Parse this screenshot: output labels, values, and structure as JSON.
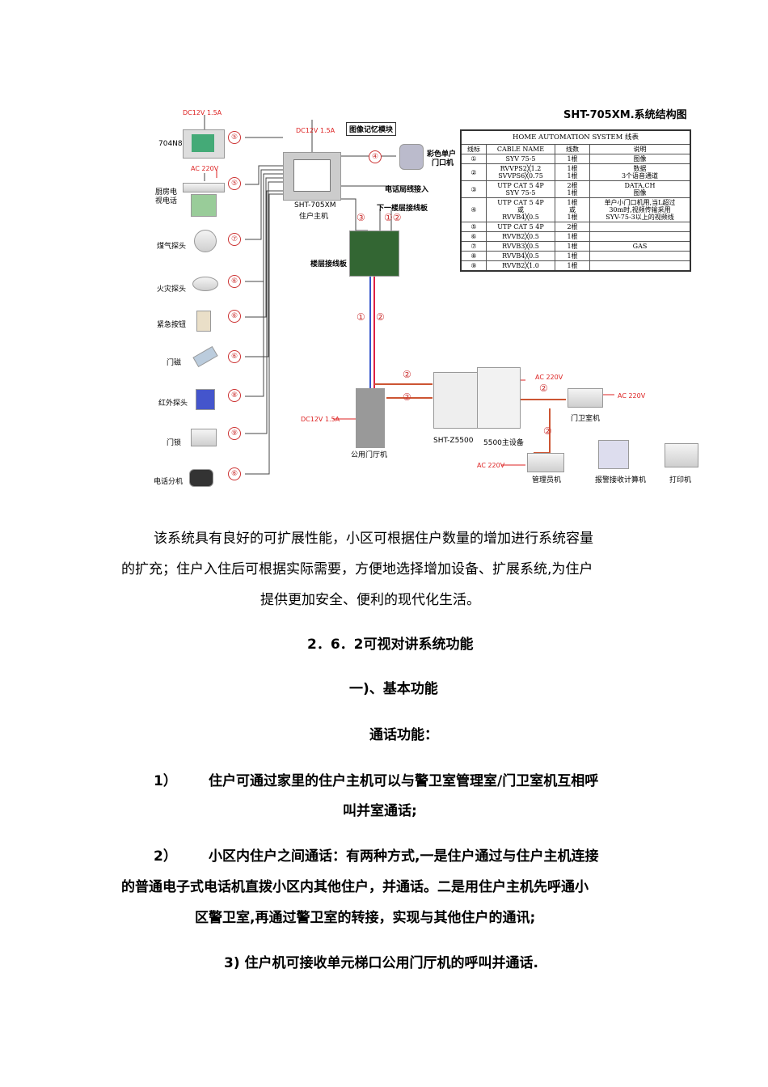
{
  "diagram": {
    "title": "SHT-705XM.系统结构图",
    "module_label": "图像记忆模块",
    "devices": {
      "d704": "704N8",
      "kitchen_tv_1": "厨房电",
      "kitchen_tv_2": "视电话",
      "gas": "煤气探头",
      "fire": "火灾探头",
      "sos": "紧急按钮",
      "door_mag": "门磁",
      "ir": "红外探头",
      "lock": "门锁",
      "phone_ext": "电话分机",
      "main_1": "SHT-705XM",
      "main_2": "住户主机",
      "color_door_1": "彩色单户",
      "color_door_2": "门口机",
      "phone_in": "电话局线接入",
      "lower_board": "下一楼层接线板",
      "floor_board": "楼层接线板",
      "lobby": "公用门厅机",
      "z5500": "SHT-Z5500",
      "main5500": "5500主设备",
      "guard": "门卫室机",
      "manager": "管理员机",
      "alarm_pc": "报警接收计算机",
      "printer": "打印机"
    },
    "power": {
      "dc_top": "DC12V 1.5A",
      "dc_main": "DC12V 1.5A",
      "ac_kitchen": "AC 220V",
      "dc_lobby": "DC12V 1.5A",
      "ac_5500": "AC 220V",
      "ac_guard": "AC 220V",
      "ac_manager": "AC 220V"
    },
    "markers": {
      "m5a": "⑤",
      "m5b": "⑤",
      "m7": "⑦",
      "m6a": "⑥",
      "m6b": "⑥",
      "m6c": "⑥",
      "m8": "⑧",
      "m9": "⑨",
      "m6d": "⑥",
      "m4": "④",
      "m3": "③",
      "m12": "①②",
      "m1": "①",
      "m2": "②",
      "m2a": "②",
      "m2b": "②",
      "m2c": "②",
      "m2d": "②"
    }
  },
  "cable_table": {
    "caption": "HOME AUTOMATION SYSTEM 线表",
    "headers": [
      "线标",
      "CABLE NAME",
      "线数",
      "说明"
    ],
    "rows": [
      [
        "①",
        "SYV 75-5",
        "1根",
        "图像"
      ],
      [
        "②",
        "RVVPS2╳1.2\nSVVPS6╳0.75",
        "1根\n1根",
        "数据\n3个语音通道"
      ],
      [
        "③",
        "UTP CAT 5 4P\nSYV 75-5",
        "2根\n1根",
        "DATA,CH\n图像"
      ],
      [
        "④",
        "UTP CAT 5 4P\n或\nRVVB4╳0.5",
        "1根\n或\n1根",
        "单户小门口机用,当L超过\n30m时,视频传输采用\nSYV-75-3以上的视频线"
      ],
      [
        "⑤",
        "UTP CAT 5 4P",
        "2根",
        ""
      ],
      [
        "⑥",
        "RVVB2╳0.5",
        "1根",
        ""
      ],
      [
        "⑦",
        "RVVB3╳0.5",
        "1根",
        "GAS"
      ],
      [
        "⑧",
        "RVVB4╳0.5",
        "1根",
        ""
      ],
      [
        "⑨",
        "RVVB2╳1.0",
        "1根",
        ""
      ]
    ]
  },
  "text": {
    "p1_l1": "该系统具有良好的可扩展性能，小区可根据住户数量的增加进行系统容量",
    "p1_l2": "的扩充；住户入住后可根据实际需要，方便地选择增加设备、扩展系统,为住户",
    "p1_l3": "提供更加安全、便利的现代化生活。",
    "h_262": "2．6．2可视对讲系统功能",
    "h_basic": "一)、基本功能",
    "h_call": "通话功能：",
    "i1_num": "1）",
    "i1_l1": "住户可通过家里的住户主机可以与警卫室管理室/门卫室机互相呼",
    "i1_l2": "叫并室通话;",
    "i2_num": "2）",
    "i2_l1": "小区内住户之间通话：有两种方式,一是住户通过与住户主机连接",
    "i2_l2": "的普通电子式电话机直拨小区内其他住户，并通话。二是用住户主机先呼通小",
    "i2_l3": "区警卫室,再通过警卫室的转接，实现与其他住户的通讯;",
    "i3": "3) 住户机可接收单元梯口公用门厅机的呼叫并通话."
  }
}
